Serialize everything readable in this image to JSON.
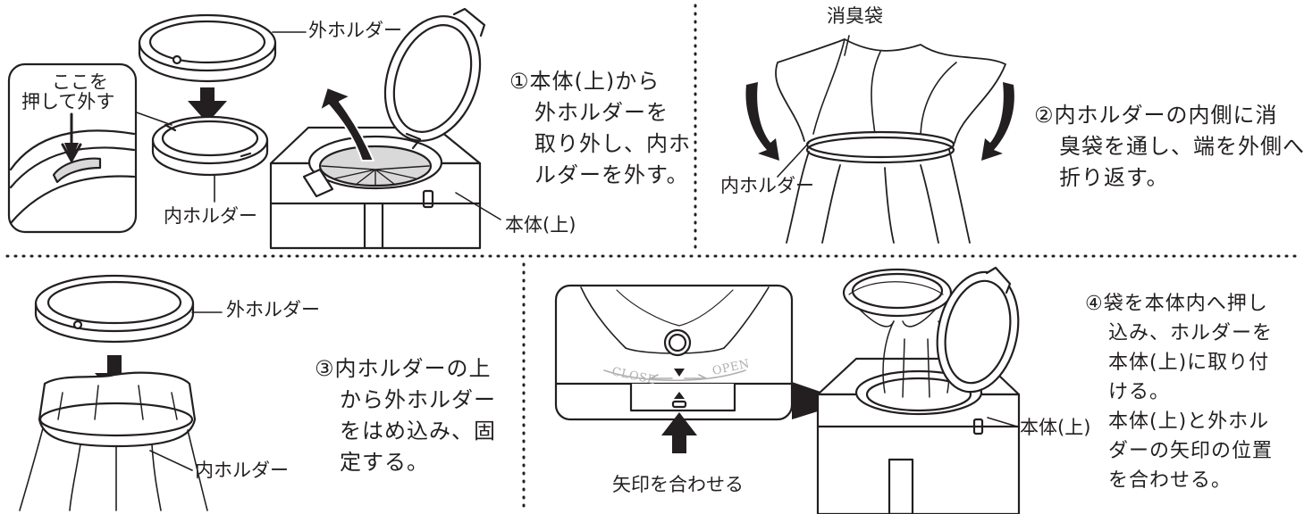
{
  "labels": {
    "outer_holder": "外ホルダー",
    "inner_holder": "内ホルダー",
    "body_top": "本体(上)",
    "press_here_line1": "ここを",
    "press_here_line2": "押して外す",
    "deodorant_bag": "消臭袋",
    "align_arrows": "矢印を合わせる",
    "dial_close": "CLOSE",
    "dial_open": "OPEN"
  },
  "steps": {
    "step1": [
      "①本体(上)から",
      "外ホルダーを",
      "取り外し、内ホ",
      "ルダーを外す。"
    ],
    "step2": [
      "②内ホルダーの内側に消",
      "臭袋を通し、端を外側へ",
      "折り返す。"
    ],
    "step3": [
      "③内ホルダーの上",
      "から外ホルダー",
      "をはめ込み、固",
      "定する。"
    ],
    "step4": [
      "④袋を本体内へ押し",
      "込み、ホルダーを",
      "本体(上)に取り付",
      "ける。",
      "本体(上)と外ホル",
      "ダーの矢印の位置",
      "を合わせる。"
    ]
  },
  "colors": {
    "ink": "#231f20",
    "fill_gray": "#d9d9d9",
    "light_gray": "#b0b0b0",
    "background": "#ffffff"
  },
  "icons": [
    "down-arrow-icon",
    "curved-arrow-icon",
    "up-arrow-icon",
    "direction-triangle-icon"
  ]
}
